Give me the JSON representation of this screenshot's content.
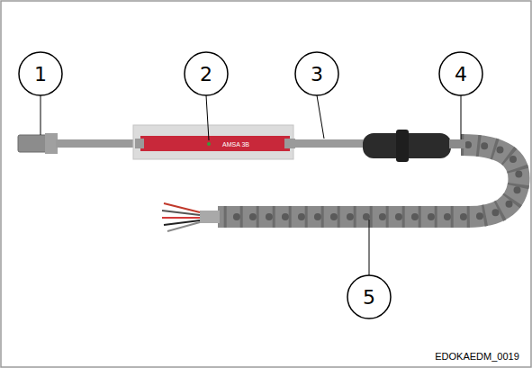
{
  "diagram": {
    "labels": [
      "1",
      "2",
      "3",
      "4",
      "5",
      "AMSA 3B",
      "EDOKAEDM_0019"
    ]
  }
}
